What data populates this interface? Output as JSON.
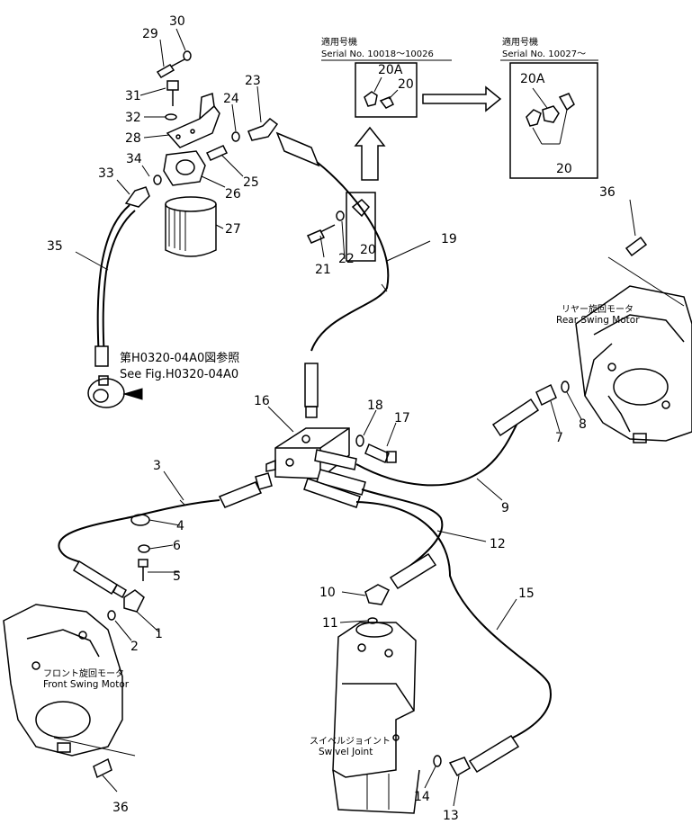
{
  "callouts": {
    "c1": "1",
    "c2": "2",
    "c3": "3",
    "c4": "4",
    "c5": "5",
    "c6": "6",
    "c7": "7",
    "c8": "8",
    "c9": "9",
    "c10": "10",
    "c11": "11",
    "c12": "12",
    "c13": "13",
    "c14": "14",
    "c15": "15",
    "c16": "16",
    "c17": "17",
    "c18": "18",
    "c19": "19",
    "c20a": "20",
    "c20b": "20",
    "c20c": "20",
    "c20A_1": "20A",
    "c20A_2": "20A",
    "c21": "21",
    "c22": "22",
    "c23": "23",
    "c24": "24",
    "c25": "25",
    "c26": "26",
    "c27": "27",
    "c28": "28",
    "c29": "29",
    "c30": "30",
    "c31": "31",
    "c32": "32",
    "c33": "33",
    "c34": "34",
    "c35": "35",
    "c36a": "36",
    "c36b": "36"
  },
  "serial_boxes": {
    "box1_jp": "適用号機",
    "box1_serial": "Serial  No.  10018～10026",
    "box2_jp": "適用号機",
    "box2_serial": "Serial  No.  10027～"
  },
  "component_labels": {
    "rear_jp": "リヤー旋回モータ",
    "rear_en": "Rear  Swing  Motor",
    "front_jp": "フロント旋回モータ",
    "front_en": "Front  Swing  Motor",
    "swivel_jp": "スイベルジョイント",
    "swivel_en": "Swivel  Joint"
  },
  "reference": {
    "jp": "第H0320-04A0図参照",
    "en": "See Fig.H0320-04A0"
  },
  "colors": {
    "line": "#000000",
    "background": "#ffffff"
  }
}
